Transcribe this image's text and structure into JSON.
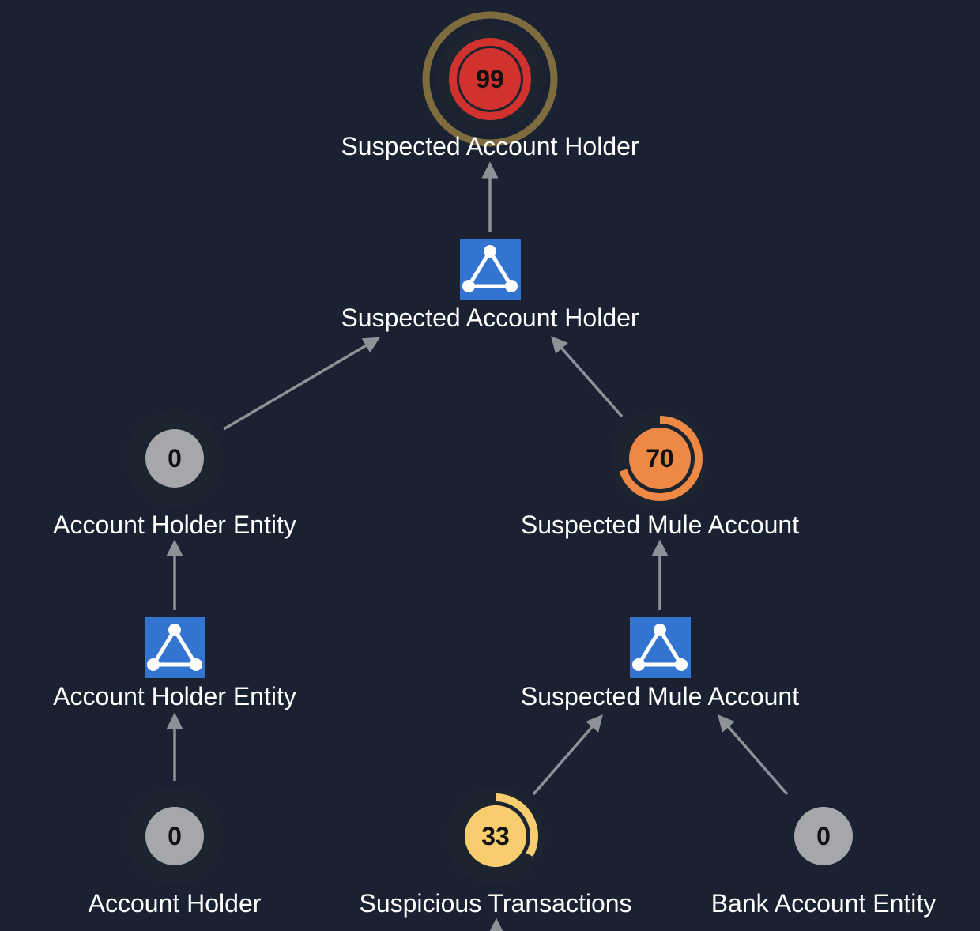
{
  "colors": {
    "background": "#1a2231",
    "edge": "#8d9198",
    "rule_box": "#3374d1",
    "score_critical": "#d2322e",
    "score_high": "#ee8845",
    "score_medium": "#f8cd6f",
    "score_zero": "#a6a7aa",
    "highlight_ring": "#7f6c3e"
  },
  "nodes": {
    "top_score": {
      "score": "99",
      "label": "Suspected Account Holder",
      "fraction": 0.97,
      "icon": "alert-score-icon"
    },
    "top_rule": {
      "label": "Suspected Account Holder",
      "icon": "graph-triangle-icon"
    },
    "holder_entity_score": {
      "score": "0",
      "label": "Account Holder Entity",
      "fraction": 0
    },
    "mule_score": {
      "score": "70",
      "label": "Suspected Mule Account",
      "fraction": 0.7
    },
    "holder_entity_rule": {
      "label": "Account Holder Entity",
      "icon": "graph-triangle-icon"
    },
    "mule_rule": {
      "label": "Suspected Mule Account",
      "icon": "graph-triangle-icon"
    },
    "account_holder": {
      "score": "0",
      "label": "Account Holder",
      "fraction": 0
    },
    "suspicious_tx": {
      "score": "33",
      "label": "Suspicious Transactions",
      "fraction": 0.33
    },
    "bank_entity": {
      "score": "0",
      "label": "Bank Account Entity",
      "fraction": 0
    }
  }
}
